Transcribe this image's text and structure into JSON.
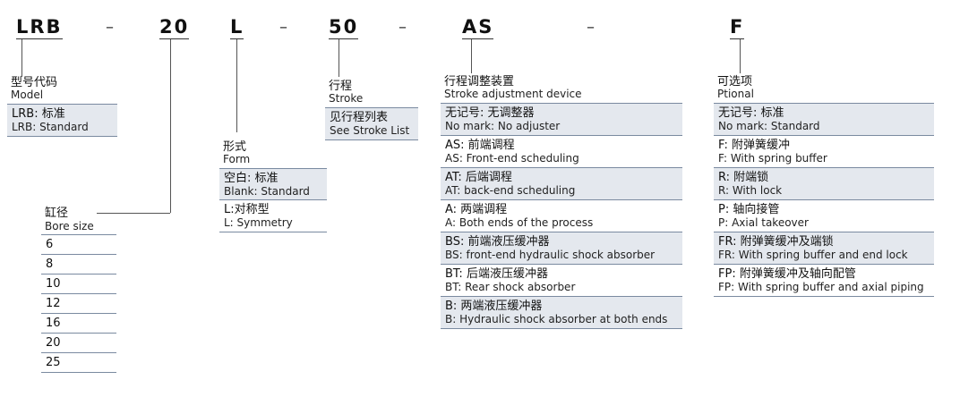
{
  "codes": {
    "model": "LRB",
    "bore": "20",
    "form": "L",
    "stroke": "50",
    "adjust": "AS",
    "option": "F",
    "dash": "–"
  },
  "model": {
    "title_cn": "型号代码",
    "title_en": "Model",
    "items": [
      {
        "cn": "LRB: 标准",
        "en": "LRB: Standard"
      }
    ]
  },
  "bore": {
    "title_cn": "缸径",
    "title_en": "Bore size",
    "items": [
      "6",
      "8",
      "10",
      "12",
      "16",
      "20",
      "25"
    ]
  },
  "form": {
    "title_cn": "形式",
    "title_en": "Form",
    "items": [
      {
        "cn": "空白: 标准",
        "en": "Blank: Standard"
      },
      {
        "cn": "L:对称型",
        "en": "L: Symmetry"
      }
    ]
  },
  "stroke": {
    "title_cn": "行程",
    "title_en": "Stroke",
    "items": [
      {
        "cn": "见行程列表",
        "en": "See Stroke List"
      }
    ]
  },
  "adjust": {
    "title_cn": "行程调整装置",
    "title_en": "Stroke adjustment device",
    "items": [
      {
        "cn": "无记号: 无调整器",
        "en": "No mark: No adjuster"
      },
      {
        "cn": "AS: 前端调程",
        "en": "AS: Front-end scheduling"
      },
      {
        "cn": "AT: 后端调程",
        "en": "AT: back-end scheduling"
      },
      {
        "cn": "A: 两端调程",
        "en": "A: Both ends of the process"
      },
      {
        "cn": "BS: 前端液压缓冲器",
        "en": "BS: front-end hydraulic shock absorber"
      },
      {
        "cn": "BT: 后端液压缓冲器",
        "en": "BT: Rear shock absorber"
      },
      {
        "cn": "B: 两端液压缓冲器",
        "en": "B: Hydraulic shock absorber at both ends"
      }
    ]
  },
  "option": {
    "title_cn": "可选项",
    "title_en": "Ptional",
    "items": [
      {
        "cn": "无记号: 标准",
        "en": "No mark: Standard"
      },
      {
        "cn": "F: 附弹簧缓冲",
        "en": "F: With spring buffer"
      },
      {
        "cn": "R: 附端锁",
        "en": "R: With lock"
      },
      {
        "cn": "P: 轴向接管",
        "en": "P: Axial takeover"
      },
      {
        "cn": "FR: 附弹簧缓冲及端锁",
        "en": "FR: With spring buffer and end lock"
      },
      {
        "cn": "FP: 附弹簧缓冲及轴向配管",
        "en": "FP: With spring buffer and axial piping"
      }
    ]
  }
}
